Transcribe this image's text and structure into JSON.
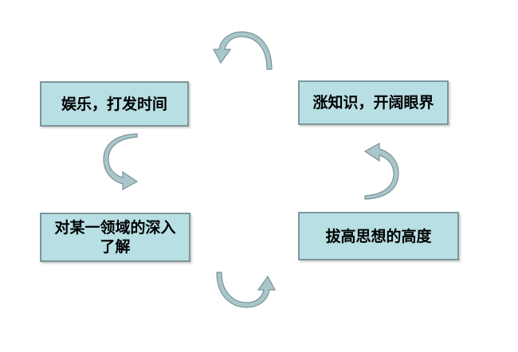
{
  "diagram": {
    "type": "cycle",
    "nodes": [
      {
        "id": "n1",
        "label": "娱乐，打发时间"
      },
      {
        "id": "n2",
        "label": "涨知识，开阔眼界"
      },
      {
        "id": "n3",
        "label": "对某一领域的深入了解"
      },
      {
        "id": "n4",
        "label": "拔高思想的高度"
      }
    ],
    "colors": {
      "box_fill": "#b8dfe3",
      "box_border": "#7d969a",
      "arrow_fill": "#a9c6ca",
      "arrow_stroke": "#7a9499"
    },
    "arrow_icons": [
      "curved-arrow-icon",
      "curved-arrow-icon",
      "curved-arrow-icon",
      "curved-arrow-icon"
    ]
  }
}
